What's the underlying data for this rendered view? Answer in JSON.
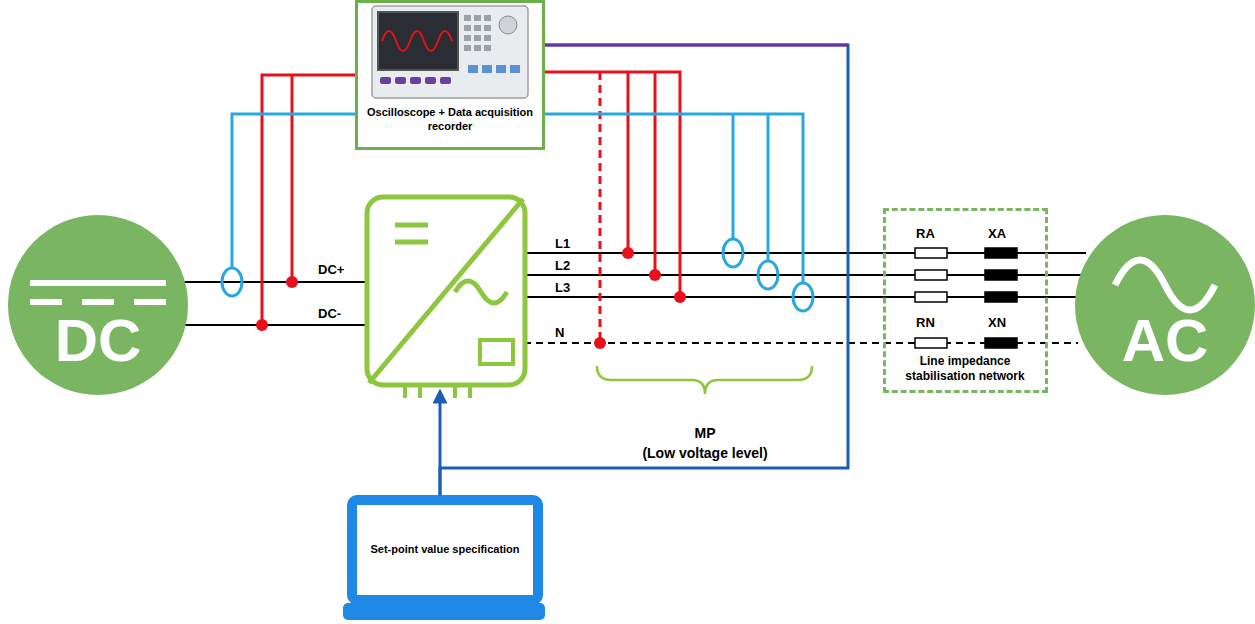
{
  "diagram": {
    "nodes": [
      {
        "text": [
          "DC"
        ]
      },
      {
        "text": [
          "Oscilloscope + Data acquisition recorder"
        ]
      },
      {
        "text": [
          "Set-point value specification"
        ]
      },
      {
        "text": [
          "Line impedance stabilisation network"
        ]
      },
      {
        "text": [
          "AC"
        ]
      }
    ],
    "edges": [
      {
        "from": 1,
        "to": 2,
        "arrow": "none"
      }
    ],
    "labels": [
      "DC+",
      "DC-",
      "L1",
      "L2",
      "L3",
      "N",
      "RA",
      "XA",
      "RN",
      "XN",
      "MP",
      "(Low voltage level)"
    ]
  }
}
